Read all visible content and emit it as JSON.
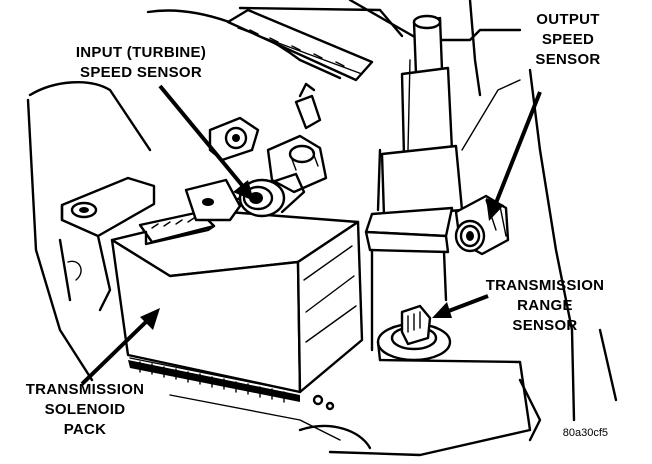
{
  "labels": {
    "input_speed_sensor": [
      "INPUT (TURBINE)",
      "SPEED SENSOR"
    ],
    "output_speed_sensor": [
      "OUTPUT",
      "SPEED",
      "SENSOR"
    ],
    "transmission_range_sensor": [
      "TRANSMISSION",
      "RANGE",
      "SENSOR"
    ],
    "transmission_solenoid_pack": [
      "TRANSMISSION",
      "SOLENOID",
      "PACK"
    ]
  },
  "figure_ref": "80a30cf5"
}
